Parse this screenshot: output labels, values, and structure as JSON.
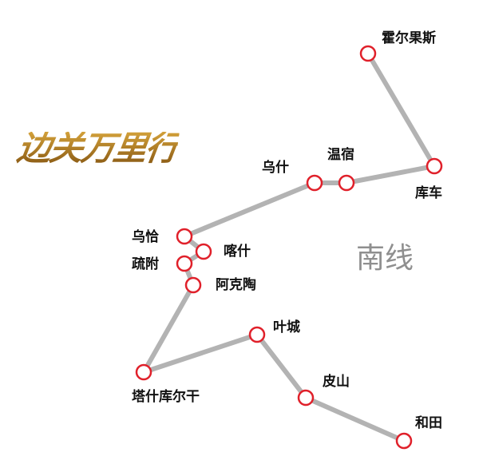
{
  "title": {
    "logo_text": "边关万里行",
    "route_name": "南线"
  },
  "colors": {
    "line": "#b3b3b3",
    "station_stroke": "#e0202a",
    "station_fill": "#ffffff",
    "label": "#111111"
  },
  "stations": [
    {
      "id": "horgos",
      "name": "霍尔果斯"
    },
    {
      "id": "kuqa",
      "name": "库车"
    },
    {
      "id": "wensu",
      "name": "温宿"
    },
    {
      "id": "wushi",
      "name": "乌什"
    },
    {
      "id": "wuqia",
      "name": "乌恰"
    },
    {
      "id": "kashgar",
      "name": "喀什"
    },
    {
      "id": "shufu",
      "name": "疏附"
    },
    {
      "id": "aketao",
      "name": "阿克陶"
    },
    {
      "id": "tashkurgan",
      "name": "塔什库尔干"
    },
    {
      "id": "yecheng",
      "name": "叶城"
    },
    {
      "id": "pishan",
      "name": "皮山"
    },
    {
      "id": "hotan",
      "name": "和田"
    }
  ]
}
